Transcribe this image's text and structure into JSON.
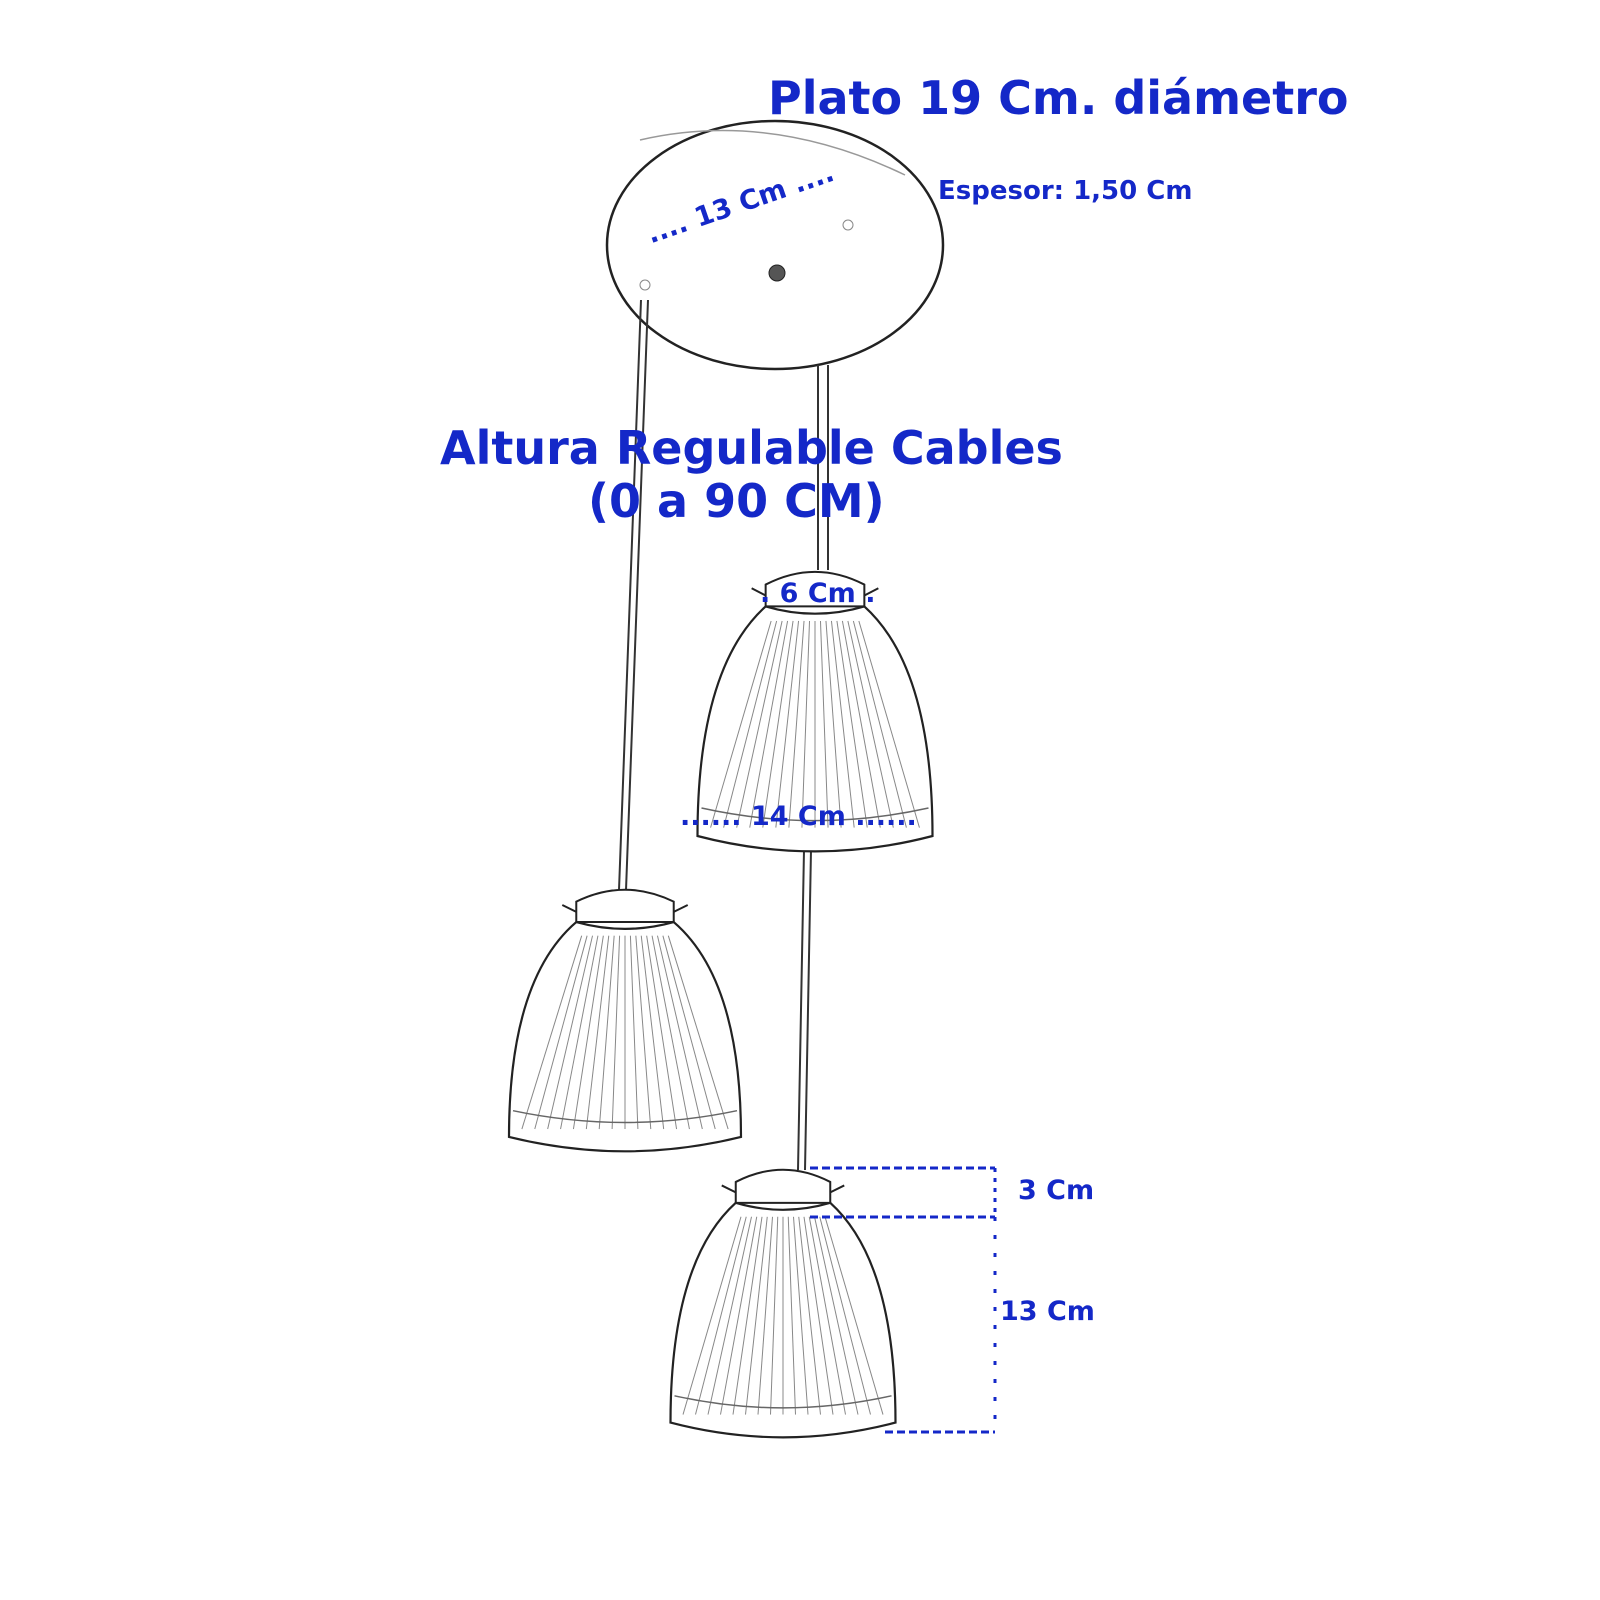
{
  "colors": {
    "label": "#1428c8",
    "sketch": "#222222"
  },
  "labels": {
    "plate_diameter": "Plato 19 Cm. diámetro",
    "plate_thickness": "Espesor: 1,50 Cm",
    "hole_spacing": ".... 13 Cm ....",
    "cable_height_line1": "Altura Regulable Cables",
    "cable_height_line2": "(0 a 90 CM)",
    "shade_top_width": ". 6 Cm .",
    "shade_bottom_width": "...... 14 Cm ......",
    "cap_height": "3 Cm",
    "shade_height": "13 Cm"
  }
}
